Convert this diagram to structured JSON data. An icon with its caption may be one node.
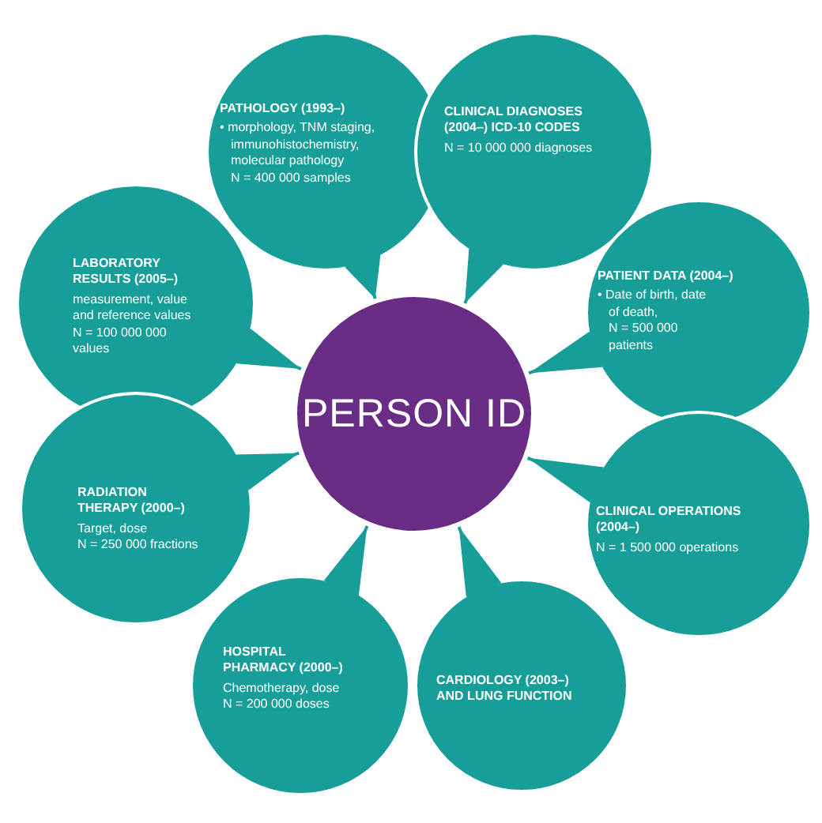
{
  "diagram": {
    "nodes": [
      {
        "text": [
          "PATHOLOGY (1993–)",
          "• morphology, TNM staging, immunohistochemistry, molecular pathology",
          "N = 400 000 samples"
        ]
      },
      {
        "text": [
          "CLINICAL DIAGNOSES (2004–) ICD-10 CODES",
          "N = 10 000 000 diagnoses"
        ]
      },
      {
        "text": [
          "LABORATORY RESULTS (2005–)",
          "measurement, value and reference values",
          "N = 100 000 000 values"
        ]
      },
      {
        "text": [
          "PATIENT DATA (2004–)",
          "• Date of birth, date of death,",
          "N = 500 000 patients"
        ]
      },
      {
        "text": [
          "PERSON ID"
        ]
      },
      {
        "text": [
          "RADIATION THERAPY (2000–)",
          "Target, dose",
          "N = 250 000 fractions"
        ]
      },
      {
        "text": [
          "CLINICAL OPERATIONS (2004–)",
          "N = 1 500 000 operations"
        ]
      },
      {
        "text": [
          "HOSPITAL PHARMACY (2000–)",
          "Chemotherapy, dose",
          "N = 200 000 doses"
        ]
      },
      {
        "text": [
          "CARDIOLOGY (2003–) AND LUNG FUNCTION"
        ]
      }
    ],
    "edges": [
      {
        "from": 0,
        "to": 4,
        "arrow": "to"
      },
      {
        "from": 1,
        "to": 4,
        "arrow": "to"
      },
      {
        "from": 2,
        "to": 4,
        "arrow": "to"
      },
      {
        "from": 3,
        "to": 4,
        "arrow": "to"
      },
      {
        "from": 5,
        "to": 4,
        "arrow": "to"
      },
      {
        "from": 6,
        "to": 4,
        "arrow": "to"
      },
      {
        "from": 7,
        "to": 4,
        "arrow": "to"
      },
      {
        "from": 8,
        "to": 4,
        "arrow": "to"
      }
    ]
  }
}
